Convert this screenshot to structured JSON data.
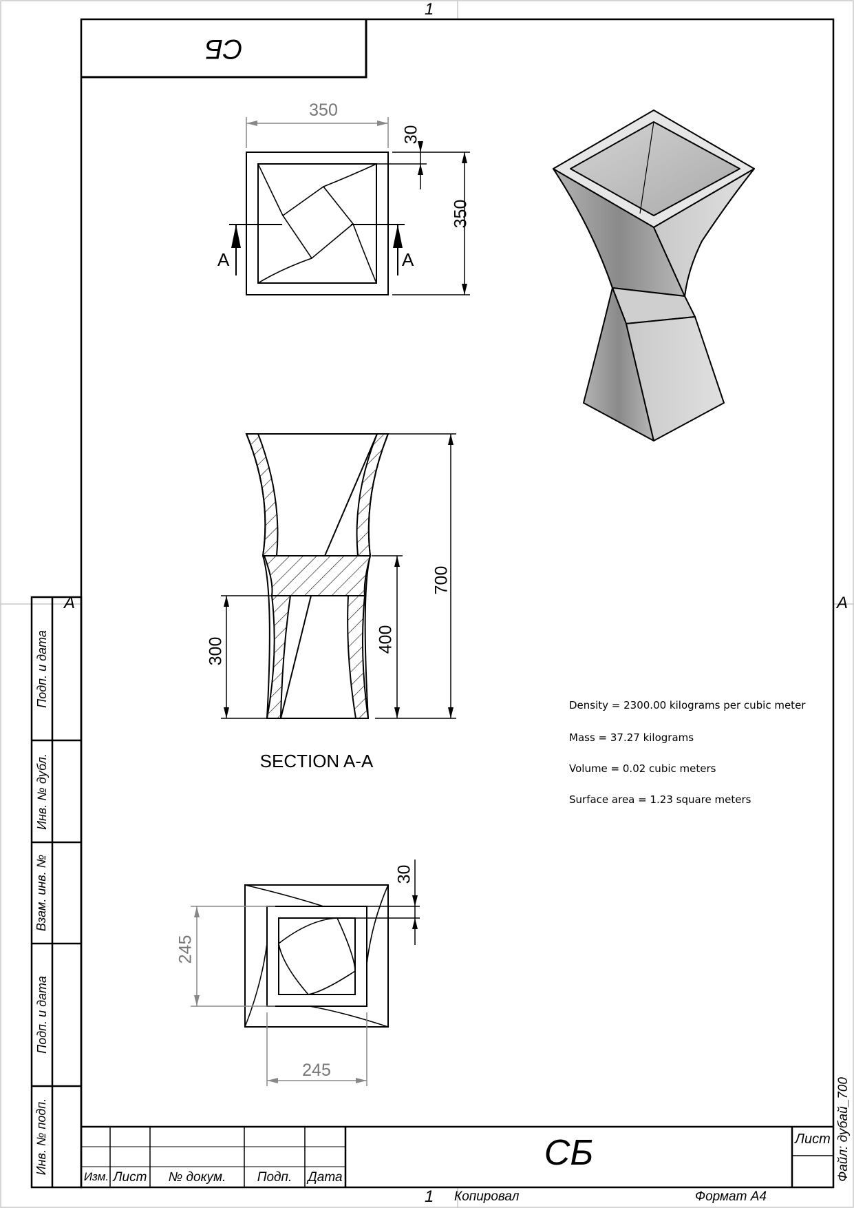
{
  "sheet": {
    "zone_top": "1",
    "zone_bottom": "1",
    "zone_left": "A",
    "zone_right": "A",
    "mirrored_label": "СБ",
    "file_label": "Файл: дубай_700",
    "copied_label": "Копировал",
    "format_label": "Формат А4"
  },
  "side_stamp": [
    "Подп. и дата",
    "Инв. № дубл.",
    "Взам. инв. №",
    "Подп. и дата",
    "Инв. № подп."
  ],
  "title_block": {
    "designation": "СБ",
    "sheet_label": "Лист",
    "columns": [
      "Изм.",
      "Лист",
      "№ докум.",
      "Подп.",
      "Дата"
    ]
  },
  "views": {
    "top_view": {
      "dim_width": "350",
      "dim_height": "350",
      "dim_wall": "30",
      "section_left": "A",
      "section_right": "A"
    },
    "section_view": {
      "title": "SECTION A-A",
      "dim_height": "700",
      "dim_middle": "400",
      "dim_lower": "300"
    },
    "bottom_view": {
      "dim_wall": "30",
      "dim_height": "245",
      "dim_width": "245"
    }
  },
  "properties": [
    "Density = 2300.00 kilograms per cubic meter",
    "Mass = 37.27 kilograms",
    "Volume = 0.02 cubic meters",
    "Surface area = 1.23 square meters"
  ]
}
